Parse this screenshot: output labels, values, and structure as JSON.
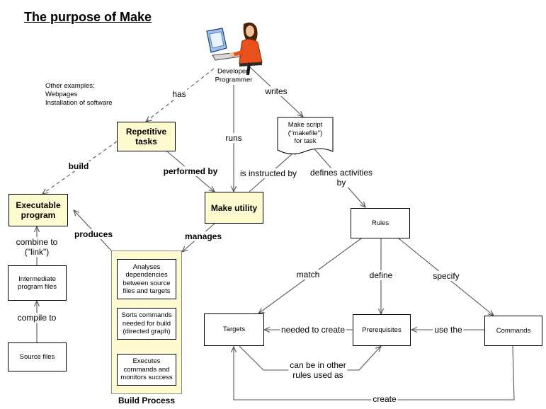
{
  "title": "The purpose of Make",
  "other_examples": {
    "heading": "Other examples:",
    "items": [
      "Webpages",
      "Installation of software"
    ]
  },
  "actor": {
    "icon": "developer-at-computer-icon",
    "label_line1": "Developer/",
    "label_line2": "Programmer"
  },
  "nodes": {
    "repetitive_tasks": [
      "Repetitive",
      "tasks"
    ],
    "make_script": [
      "Make script",
      "(\"makefile\")",
      "for task"
    ],
    "executable_program": [
      "Executable",
      "program"
    ],
    "make_utility": "Make utility",
    "rules": "Rules",
    "intermediate_files": [
      "Intermediate",
      "program files"
    ],
    "source_files": "Source files",
    "targets": "Targets",
    "prerequisites": "Prerequisites",
    "commands": "Commands"
  },
  "build_process": {
    "title": "Build Process",
    "steps": [
      [
        "Analyses",
        "dependencies",
        "between source",
        "files and targets"
      ],
      [
        "Sorts commands",
        "needed for build",
        "(directed graph)"
      ],
      [
        "Executes",
        "commands and",
        "monitors success"
      ]
    ]
  },
  "edge_labels": {
    "has": "has",
    "writes": "writes",
    "runs": "runs",
    "build": "build",
    "performed_by": "performed by",
    "is_instructed_by": "is instructed by",
    "defines_activities_by": [
      "defines activities",
      "by"
    ],
    "produces": "produces",
    "manages": "manages",
    "combine_to": [
      "combine to",
      "(\"link\")"
    ],
    "compile_to": "compile to",
    "match": "match",
    "define": "define",
    "specify": "specify",
    "needed_to_create": "needed to create",
    "use_the": "use the",
    "can_be_in_other_rules": [
      "can be in other",
      "rules used as"
    ],
    "create": "create"
  },
  "colors": {
    "highlight_fill": "#fdfbcf",
    "line": "#555555",
    "border": "#000000"
  }
}
